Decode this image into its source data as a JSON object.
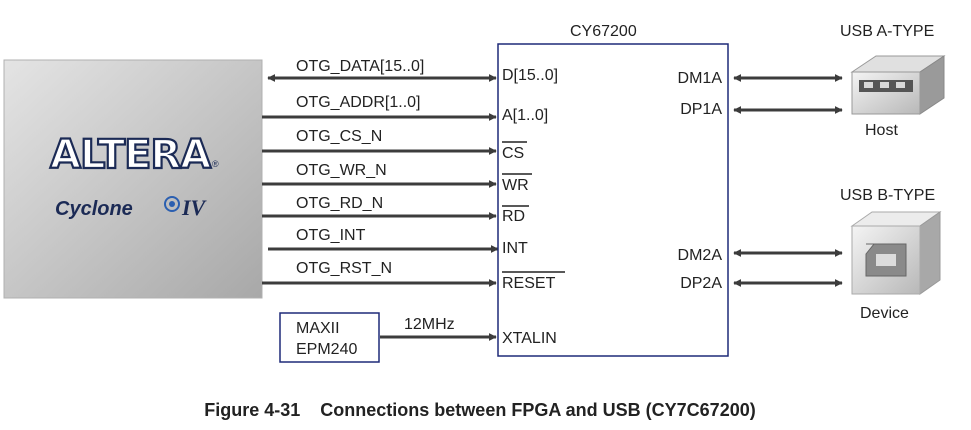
{
  "fpga": {
    "brand": "ALTERA",
    "reg_mark": "®",
    "family": "Cyclone",
    "family_suffix": "IV"
  },
  "usb_chip": {
    "name": "CY67200",
    "left_pins": [
      "D[15..0]",
      "A[1..0]",
      "CS",
      "WR",
      "RD",
      "INT",
      "RESET",
      "XTALIN"
    ],
    "right_pins": [
      "DM1A",
      "DP1A",
      "DM2A",
      "DP2A"
    ]
  },
  "signals": [
    "OTG_DATA[15..0]",
    "OTG_ADDR[1..0]",
    "OTG_CS_N",
    "OTG_WR_N",
    "OTG_RD_N",
    "OTG_INT",
    "OTG_RST_N"
  ],
  "maxii": {
    "line1": "MAXII",
    "line2": "EPM240",
    "clock": "12MHz"
  },
  "usb_a": {
    "title": "USB A-TYPE",
    "label": "Host"
  },
  "usb_b": {
    "title": "USB B-TYPE",
    "label": "Device"
  },
  "caption": "Figure 4-31    Connections between FPGA and USB (CY7C67200)",
  "colors": {
    "line": "#3c3c3c",
    "chip_border": "#1e2a78",
    "brand": "#1b2a55"
  }
}
